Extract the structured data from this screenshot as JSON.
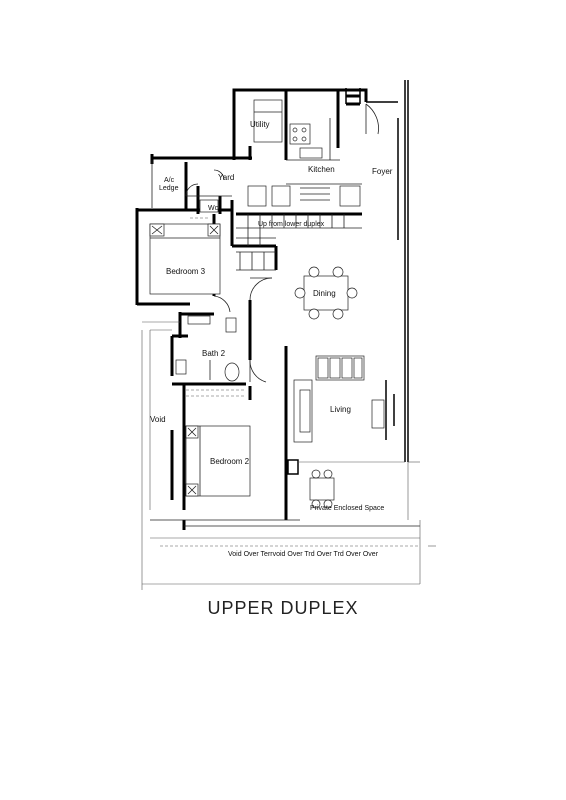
{
  "caption": "UPPER DUPLEX",
  "rooms": {
    "utility": "Utility",
    "kitchen": "Kitchen",
    "foyer": "Foyer",
    "ac_ledge_1": "A/c",
    "ac_ledge_2": "Ledge",
    "yard": "Yard",
    "wc": "Wc",
    "stair": "Up from lower duplex",
    "bedroom3": "Bedroom 3",
    "dining": "Dining",
    "bath2": "Bath 2",
    "living": "Living",
    "void": "Void",
    "bedroom2": "Bedroom 2",
    "private_enclosed": "Private Enclosed Space",
    "void_over": "Void Over Terrvoid Over Trd Over Trd Over Over"
  }
}
